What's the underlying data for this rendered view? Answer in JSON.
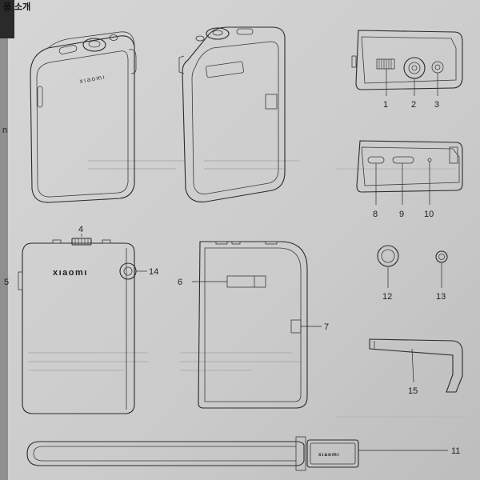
{
  "header": {
    "text": "품 소개"
  },
  "side_label": "n",
  "brand": "xıaomı",
  "callouts": [
    {
      "id": "c1",
      "label": "1"
    },
    {
      "id": "c2",
      "label": "2"
    },
    {
      "id": "c3",
      "label": "3"
    },
    {
      "id": "c4",
      "label": "4"
    },
    {
      "id": "c5",
      "label": "5"
    },
    {
      "id": "c6",
      "label": "6"
    },
    {
      "id": "c7",
      "label": "7"
    },
    {
      "id": "c8",
      "label": "8"
    },
    {
      "id": "c9",
      "label": "9"
    },
    {
      "id": "c10",
      "label": "10"
    },
    {
      "id": "c11",
      "label": "11"
    },
    {
      "id": "c12",
      "label": "12"
    },
    {
      "id": "c13",
      "label": "13"
    },
    {
      "id": "c14",
      "label": "14"
    },
    {
      "id": "c15",
      "label": "15"
    }
  ],
  "colors": {
    "paper": "#cfcfcf",
    "line": "#2a2a2a"
  }
}
